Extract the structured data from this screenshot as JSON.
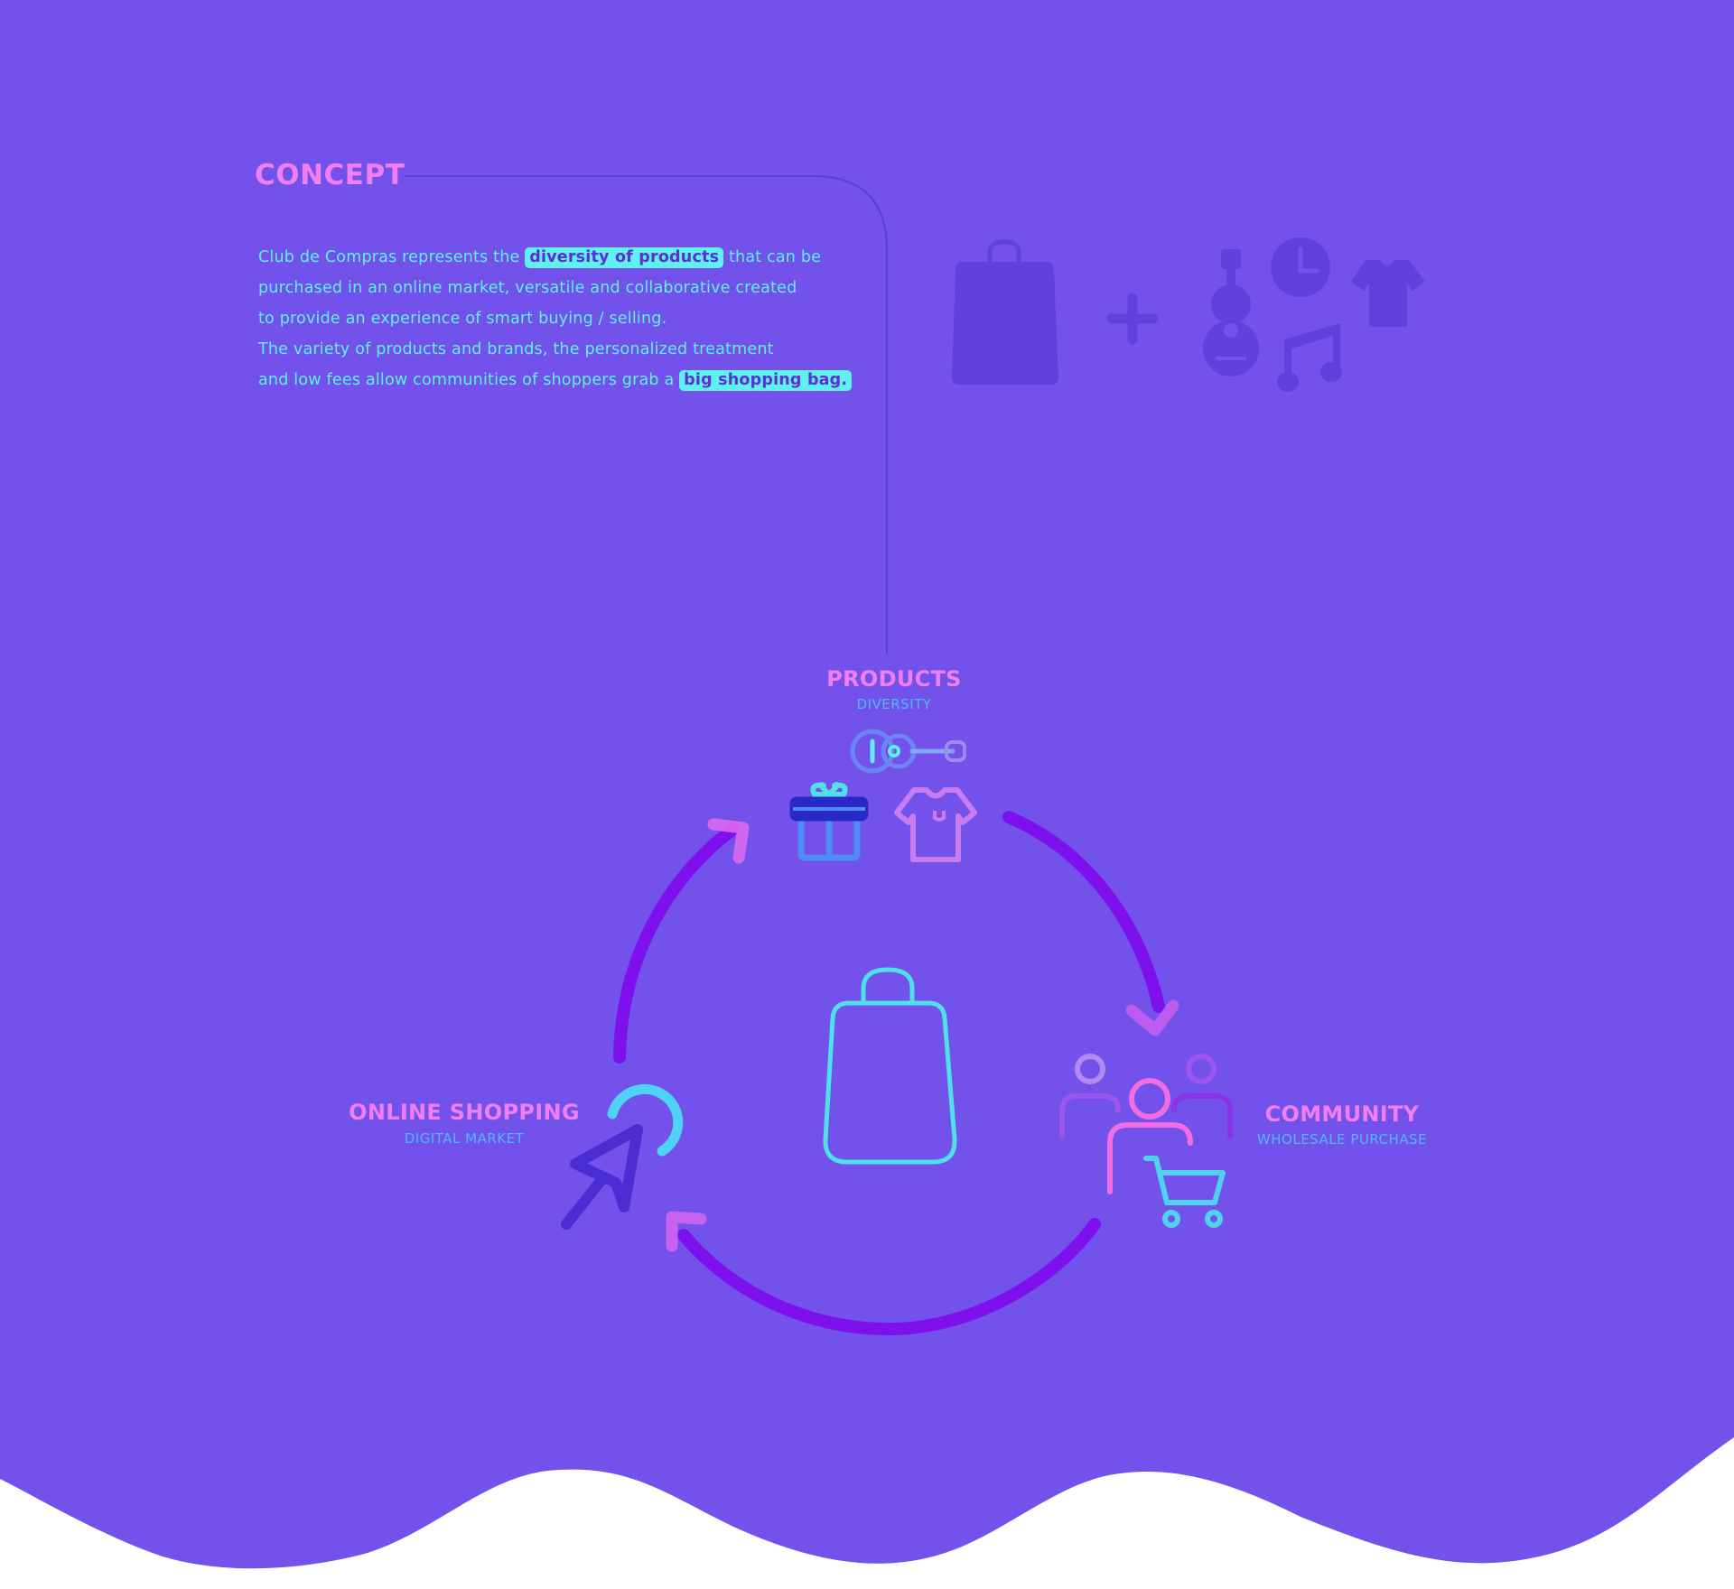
{
  "theme": {
    "background": "#7252ea",
    "page": "#ffffff",
    "accent_pink": "#f27ef5",
    "accent_cyan": "#5ff0f0",
    "accent_blue": "#4fb8f8",
    "arrow_purple": "#7f10ee",
    "icon_muted": "#6140e0"
  },
  "concept": {
    "title": "CONCEPT",
    "lines": [
      {
        "before": "Club de Compras represents the ",
        "highlight": "diversity of products",
        "after": " that can be"
      },
      {
        "text": "purchased in an online market, versatile and collaborative created"
      },
      {
        "text": "to provide an experience of smart buying / selling."
      },
      {
        "text": "The variety of products and brands, the personalized treatment"
      },
      {
        "before": "and low fees allow communities of shoppers grab a ",
        "highlight": "big shopping bag."
      }
    ]
  },
  "top_icons": [
    "shopping-bag-icon",
    "plus-icon",
    "guitar-icon",
    "clock-icon",
    "tshirt-icon",
    "music-note-icon"
  ],
  "cycle": {
    "center_icon": "shopping-bag-icon",
    "nodes": {
      "products": {
        "title": "PRODUCTS",
        "subtitle": "DIVERSITY",
        "icons": [
          "guitar-icon",
          "gift-icon",
          "tshirt-icon"
        ]
      },
      "community": {
        "title": "COMMUNITY",
        "subtitle": "WHOLESALE PURCHASE",
        "icons": [
          "people-icon",
          "cart-icon"
        ]
      },
      "online_shopping": {
        "title": "ONLINE SHOPPING",
        "subtitle": "DIGITAL MARKET",
        "icons": [
          "cursor-click-icon"
        ]
      }
    }
  }
}
